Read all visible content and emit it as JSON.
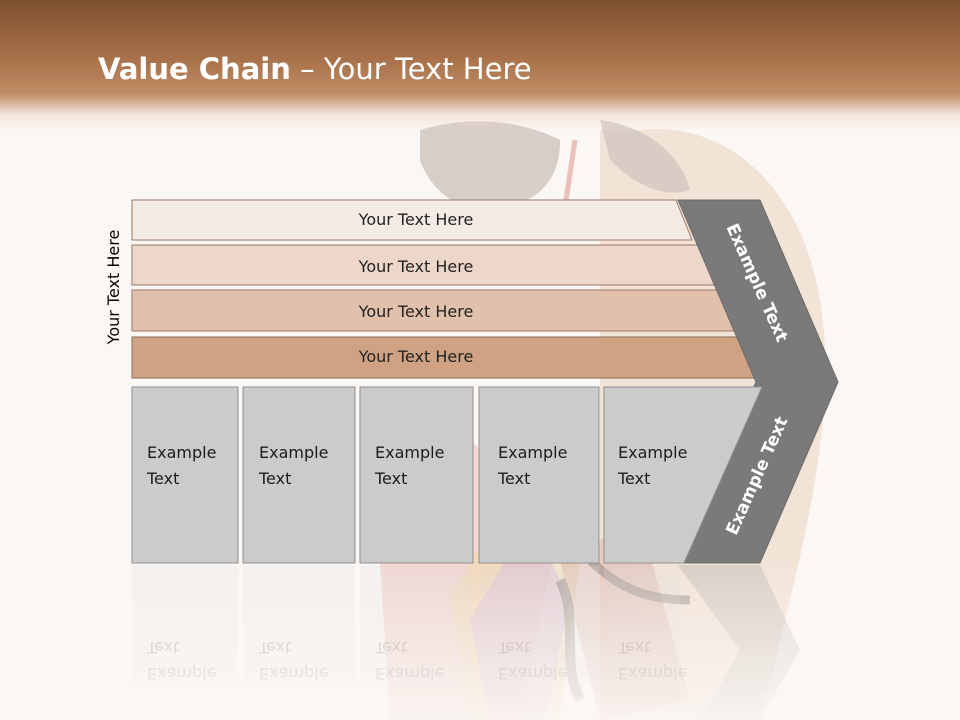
{
  "title": {
    "bold": "Value Chain",
    "rest": " – Your Text Here"
  },
  "side_label": "Your Text Here",
  "bars": [
    {
      "label": "Your Text Here",
      "color": "#f5ebe5"
    },
    {
      "label": "Your Text Here",
      "color": "#ecd7ca"
    },
    {
      "label": "Your Text Here",
      "color": "#e2c1ac"
    },
    {
      "label": "Your Text Here",
      "color": "#cfa283"
    }
  ],
  "boxes": [
    {
      "line1": "Example",
      "line2": "Text"
    },
    {
      "line1": "Example",
      "line2": "Text"
    },
    {
      "line1": "Example",
      "line2": "Text"
    },
    {
      "line1": "Example",
      "line2": "Text"
    },
    {
      "line1": "Example",
      "line2": "Text"
    }
  ],
  "chevron": {
    "upper_label": "Example Text",
    "lower_label": "Example Text",
    "color": "#7a7a7a"
  },
  "colors": {
    "header": "#9c6a45",
    "box_fill": "#cbcbcb",
    "box_border": "#8f8f8f"
  }
}
